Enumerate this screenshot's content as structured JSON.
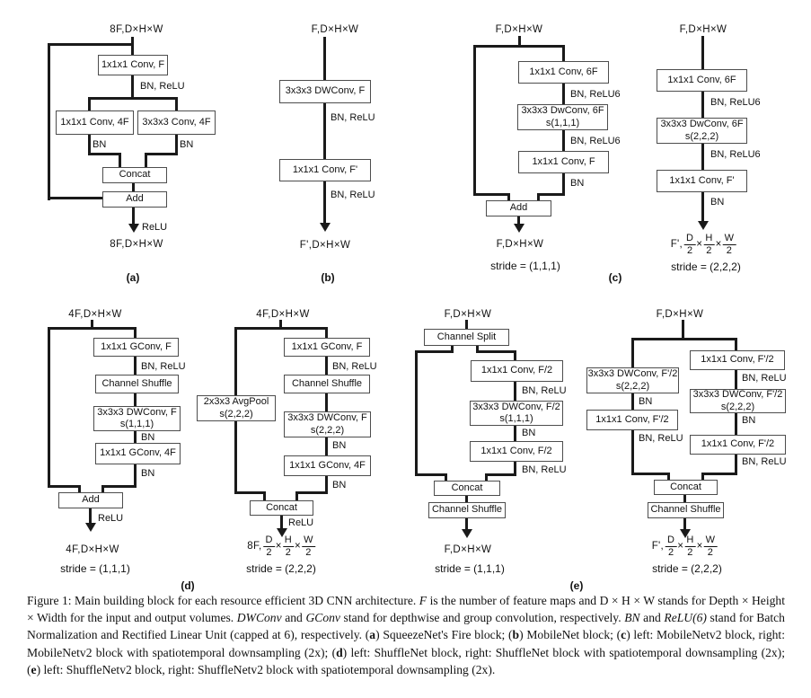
{
  "blocks": {
    "a": {
      "label": "(a)",
      "input": "8F,D×H×W",
      "conv1": "1x1x1 Conv, F",
      "bn_relu": "BN, ReLU",
      "left_conv": "1x1x1 Conv, 4F",
      "left_bn": "BN",
      "right_conv": "3x3x3 Conv, 4F",
      "right_bn": "BN",
      "concat": "Concat",
      "add": "Add",
      "relu": "ReLU",
      "output": "8F,D×H×W"
    },
    "b": {
      "label": "(b)",
      "input": "F,D×H×W",
      "dwconv": "3x3x3 DWConv, F",
      "bn_relu1": "BN, ReLU",
      "conv": "1x1x1 Conv, F'",
      "bn_relu2": "BN, ReLU",
      "output": "F',D×H×W"
    },
    "c_label": "(c)",
    "c_left": {
      "input": "F,D×H×W",
      "conv1": "1x1x1 Conv, 6F",
      "bn1": "BN, ReLU6",
      "dw1": "3x3x3 DwConv, 6F",
      "dw2": "s(1,1,1)",
      "bn2": "BN, ReLU6",
      "conv2": "1x1x1 Conv, F",
      "bn3": "BN",
      "add": "Add",
      "output": "F,D×H×W",
      "stride": "stride = (1,1,1)"
    },
    "c_right": {
      "input": "F,D×H×W",
      "conv1": "1x1x1 Conv, 6F",
      "bn1": "BN, ReLU6",
      "dw1": "3x3x3 DwConv, 6F",
      "dw2": "s(2,2,2)",
      "bn2": "BN, ReLU6",
      "conv2": "1x1x1 Conv, F'",
      "bn3": "BN",
      "output": {
        "prefix": "F',",
        "n1": "D",
        "n2": "H",
        "n3": "W",
        "den": "2",
        "times": "×"
      },
      "stride": "stride = (2,2,2)"
    },
    "d_label": "(d)",
    "d_left": {
      "input": "4F,D×H×W",
      "gconv1": "1x1x1 GConv, F",
      "bn1": "BN, ReLU",
      "shuffle": "Channel Shuffle",
      "dw1": "3x3x3 DWConv, F",
      "dw2": "s(1,1,1)",
      "bn2": "BN",
      "gconv2": "1x1x1 GConv, 4F",
      "bn3": "BN",
      "add": "Add",
      "relu": "ReLU",
      "output": "4F,D×H×W",
      "stride": "stride = (1,1,1)"
    },
    "d_right": {
      "input": "4F,D×H×W",
      "avgpool1": "2x3x3 AvgPool",
      "avgpool2": "s(2,2,2)",
      "gconv1": "1x1x1 GConv, F",
      "bn1": "BN, ReLU",
      "shuffle": "Channel Shuffle",
      "dw1": "3x3x3 DWConv, F",
      "dw2": "s(2,2,2)",
      "bn2": "BN",
      "gconv2": "1x1x1 GConv, 4F",
      "bn3": "BN",
      "concat": "Concat",
      "relu": "ReLU",
      "output": {
        "prefix": "8F,",
        "n1": "D",
        "n2": "H",
        "n3": "W",
        "den": "2",
        "times": "×"
      },
      "stride": "stride = (2,2,2)"
    },
    "e_label": "(e)",
    "e_left": {
      "input": "F,D×H×W",
      "split": "Channel Split",
      "conv1": "1x1x1 Conv, F/2",
      "bn1": "BN, ReLU",
      "dw1": "3x3x3 DWConv, F/2",
      "dw2": "s(1,1,1)",
      "bn2": "BN",
      "conv2": "1x1x1 Conv, F/2",
      "bn3": "BN, ReLU",
      "concat": "Concat",
      "shuffle": "Channel Shuffle",
      "output": "F,D×H×W",
      "stride": "stride = (1,1,1)"
    },
    "e_right": {
      "input": "F,D×H×W",
      "l_dw1": "3x3x3 DWConv, F'/2",
      "l_dw2": "s(2,2,2)",
      "l_bn1": "BN",
      "l_conv": "1x1x1 Conv, F'/2",
      "l_bn2": "BN, ReLU",
      "r_conv1": "1x1x1 Conv, F'/2",
      "r_bn1": "BN, ReLU",
      "r_dw1": "3x3x3 DWConv, F'/2",
      "r_dw2": "s(2,2,2)",
      "r_bn2": "BN",
      "r_conv2": "1x1x1 Conv, F'/2",
      "r_bn3": "BN, ReLU",
      "concat": "Concat",
      "shuffle": "Channel Shuffle",
      "output": {
        "prefix": "F',",
        "n1": "D",
        "n2": "H",
        "n3": "W",
        "den": "2",
        "times": "×"
      },
      "stride": "stride = (2,2,2)"
    }
  },
  "caption": {
    "segments": [
      {
        "text": "Figure 1:  Main building block for each resource efficient 3D CNN architecture.  ",
        "style": "r"
      },
      {
        "text": "F",
        "style": "i"
      },
      {
        "text": " is the number of feature maps and D × H × W stands for Depth × Height × Width for the input and output volumes. ",
        "style": "r"
      },
      {
        "text": "DWConv",
        "style": "i"
      },
      {
        "text": " and ",
        "style": "r"
      },
      {
        "text": "GConv",
        "style": "i"
      },
      {
        "text": " stand for depthwise and group convolution, respectively. ",
        "style": "r"
      },
      {
        "text": "BN",
        "style": "i"
      },
      {
        "text": " and ",
        "style": "r"
      },
      {
        "text": "ReLU(6)",
        "style": "i"
      },
      {
        "text": " stand for Batch Normalization and Rectified Linear Unit (capped at 6), respectively. (",
        "style": "r"
      },
      {
        "text": "a",
        "style": "b"
      },
      {
        "text": ") SqueezeNet's Fire block; (",
        "style": "r"
      },
      {
        "text": "b",
        "style": "b"
      },
      {
        "text": ") MobileNet block; (",
        "style": "r"
      },
      {
        "text": "c",
        "style": "b"
      },
      {
        "text": ") left: MobileNetv2 block, right: MobileNetv2 block with spatiotemporal downsampling (2x); (",
        "style": "r"
      },
      {
        "text": "d",
        "style": "b"
      },
      {
        "text": ") left: ShuffleNet block, right: ShuffleNet block with spatiotemporal downsampling (2x); (",
        "style": "r"
      },
      {
        "text": "e",
        "style": "b"
      },
      {
        "text": ") left: ShuffleNetv2 block, right: ShuffleNetv2 block with spatiotemporal downsampling (2x).",
        "style": "r"
      }
    ]
  }
}
